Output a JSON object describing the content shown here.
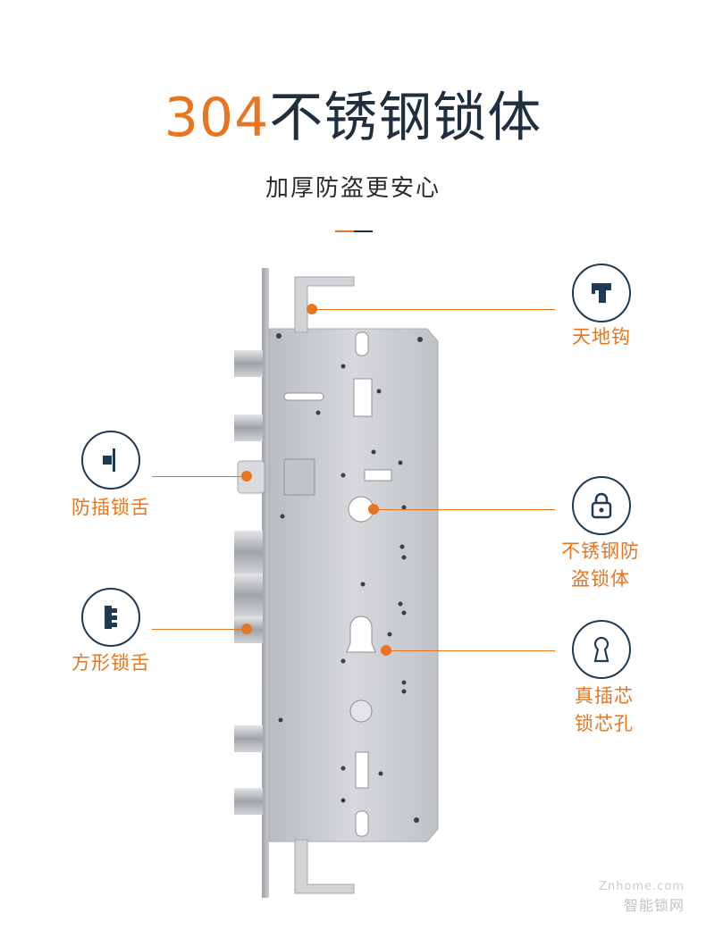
{
  "header": {
    "title_number": "304",
    "title_text": "不锈钢锁体",
    "subtitle": "加厚防盗更安心"
  },
  "callouts": {
    "hook": {
      "label": "天地钩",
      "icon": "hook-icon"
    },
    "anti_pick": {
      "label": "防插锁舌",
      "icon": "latch-icon"
    },
    "square": {
      "label": "方形锁舌",
      "icon": "square-bolt-icon"
    },
    "stainless": {
      "label_line1": "不锈钢防",
      "label_line2": "盗锁体",
      "icon": "padlock-icon"
    },
    "cylinder": {
      "label_line1": "真插芯",
      "label_line2": "锁芯孔",
      "icon": "keyhole-icon"
    }
  },
  "watermark": {
    "line1": "Znhome.com",
    "line2": "智能锁网"
  },
  "colors": {
    "accent": "#e8751f",
    "navy": "#1f2f3f",
    "steel": "#c7c9cc"
  }
}
